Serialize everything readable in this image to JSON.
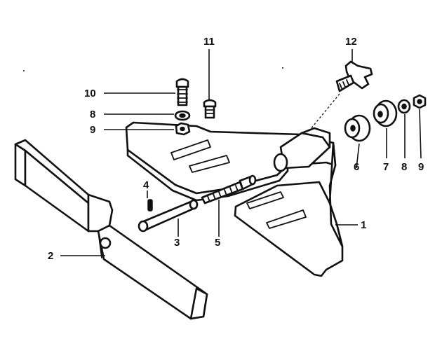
{
  "callouts": {
    "c1": "1",
    "c2": "2",
    "c3": "3",
    "c4": "4",
    "c5": "5",
    "c6": "6",
    "c7": "7",
    "c8a": "8",
    "c8b": "8",
    "c9a": "9",
    "c9b": "9",
    "c10": "10",
    "c11": "11",
    "c12": "12"
  },
  "colors": {
    "ink": "#111111",
    "paper": "#ffffff"
  }
}
